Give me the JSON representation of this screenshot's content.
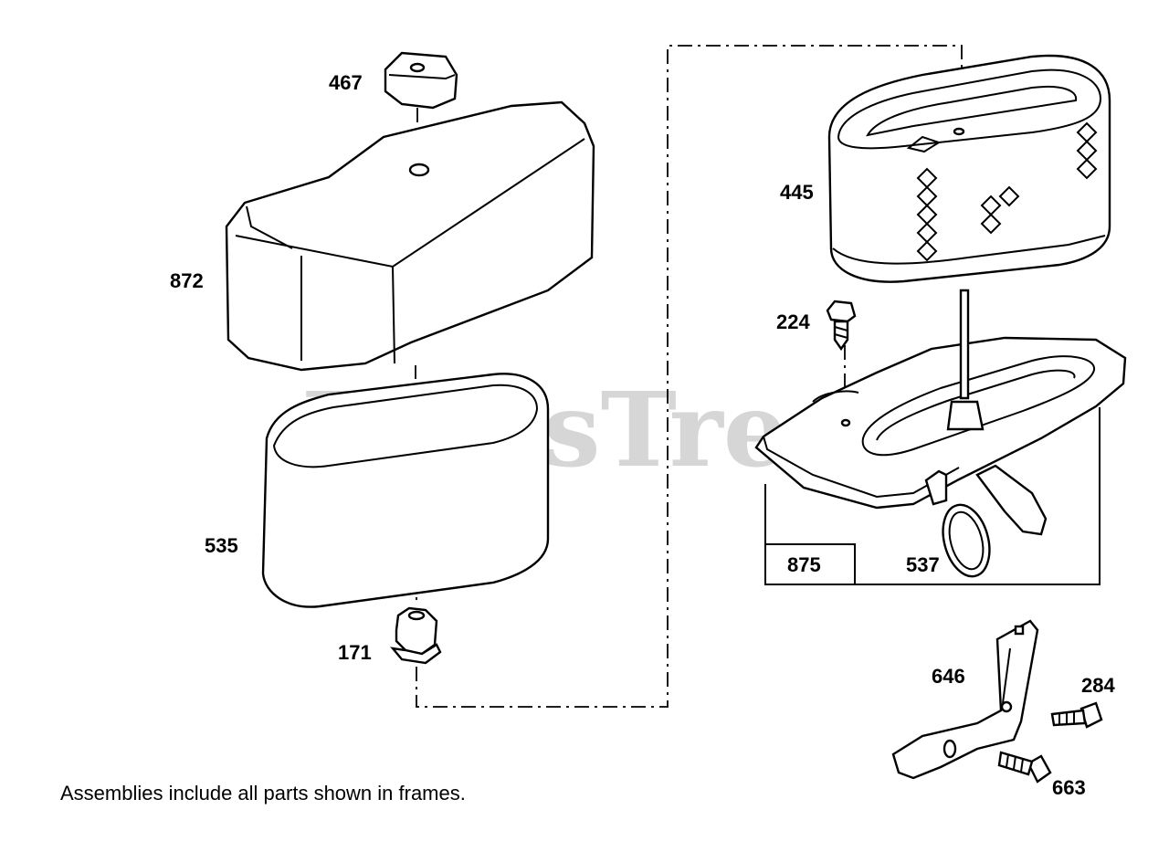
{
  "watermark": "PartsTree",
  "note": "Assemblies include all parts shown in frames.",
  "callouts": {
    "p467": "467",
    "p872": "872",
    "p535": "535",
    "p171": "171",
    "p445": "445",
    "p224": "224",
    "p875": "875",
    "p537": "537",
    "p646": "646",
    "p284": "284",
    "p663": "663"
  },
  "parts": [
    "knob",
    "air-cleaner-cover",
    "pre-cleaner",
    "grommet",
    "air-filter-cartridge",
    "screw",
    "air-cleaner-base",
    "seal",
    "bracket",
    "screw",
    "screw"
  ]
}
